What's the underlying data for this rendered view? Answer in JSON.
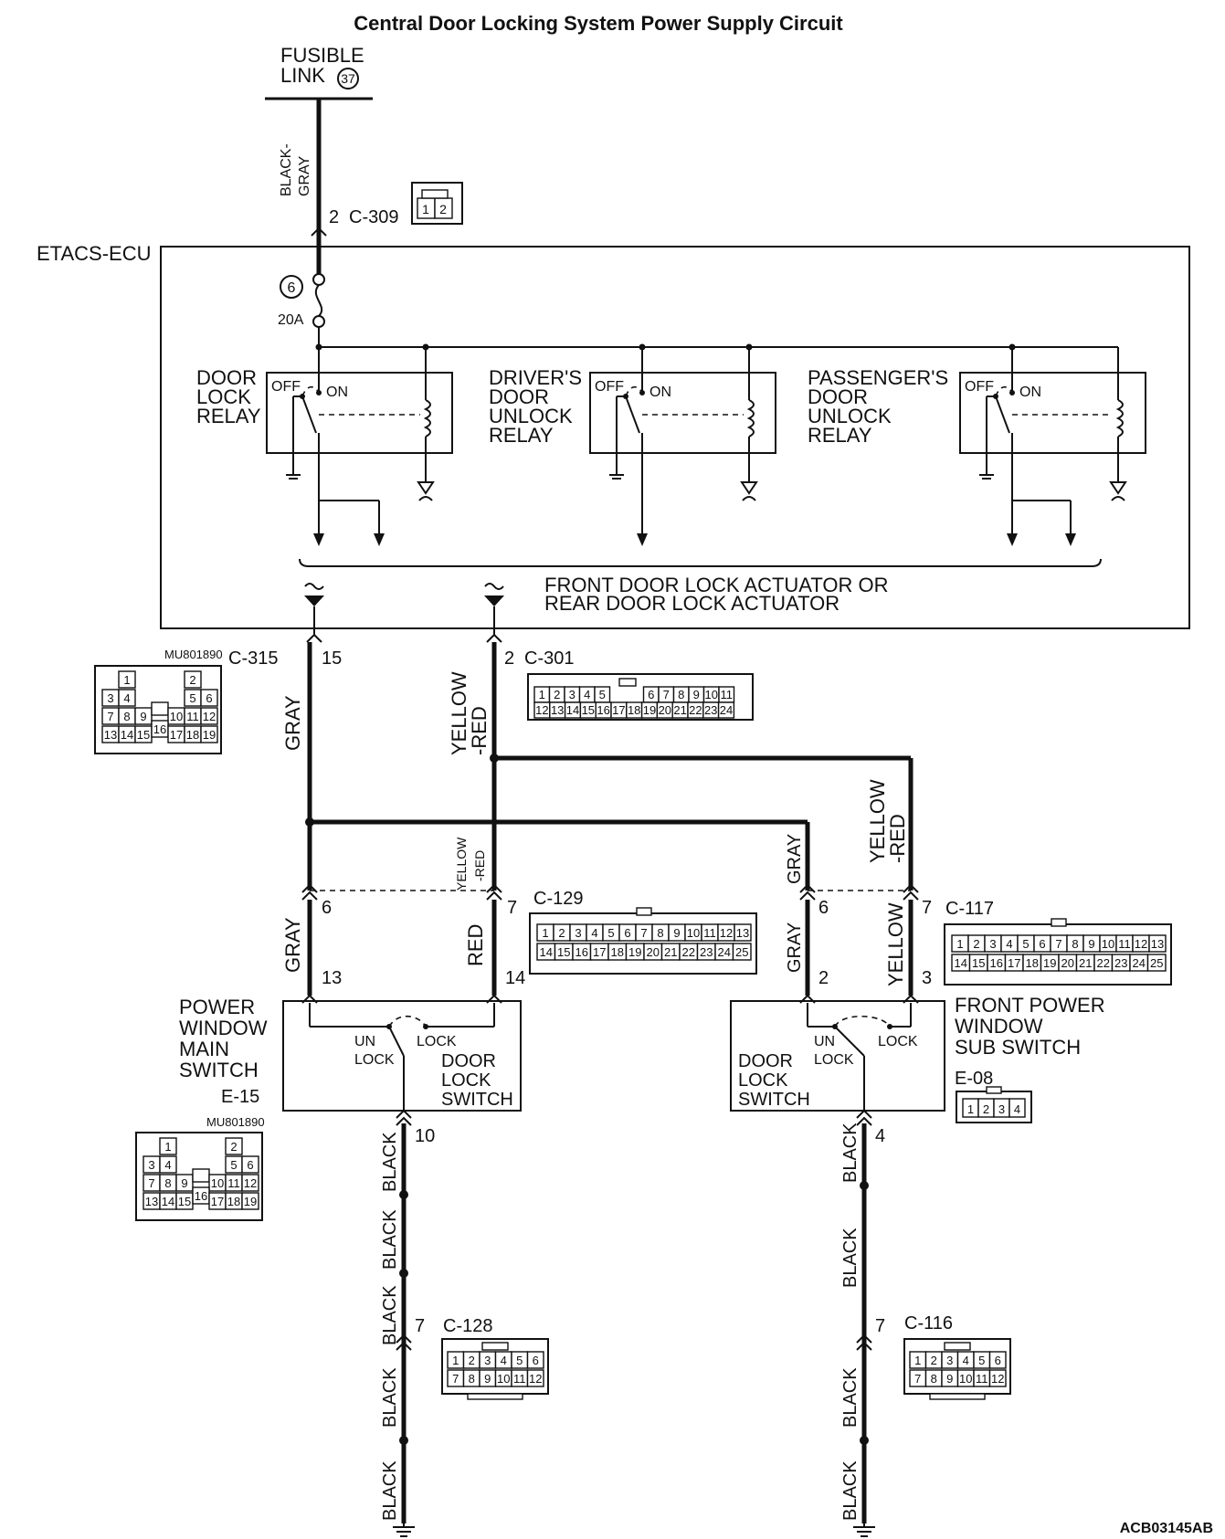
{
  "title": "Central Door Locking System Power Supply Circuit",
  "fusible_link": {
    "line1": "FUSIBLE",
    "line2": "LINK",
    "number": "37"
  },
  "ecu": {
    "name": "ETACS-ECU",
    "fuse_number": "6",
    "fuse_rating": "20A"
  },
  "relays": [
    {
      "lines": [
        "DOOR",
        "LOCK",
        "RELAY"
      ],
      "off": "OFF",
      "on": "ON"
    },
    {
      "lines": [
        "DRIVER'S",
        "DOOR",
        "UNLOCK",
        "RELAY"
      ],
      "off": "OFF",
      "on": "ON"
    },
    {
      "lines": [
        "PASSENGER'S",
        "DOOR",
        "UNLOCK",
        "RELAY"
      ],
      "off": "OFF",
      "on": "ON"
    }
  ],
  "actuator_label": [
    "FRONT DOOR LOCK ACTUATOR OR",
    "REAR DOOR LOCK ACTUATOR"
  ],
  "connectors": {
    "c309": {
      "id": "C-309",
      "pin": "2",
      "cells": [
        "1",
        "2"
      ]
    },
    "c315": {
      "id": "C-315",
      "pin": "15",
      "part": "MU801890",
      "cells": [
        "1",
        "2",
        "3",
        "4",
        "5",
        "6",
        "7",
        "8",
        "9",
        "10",
        "11",
        "12",
        "13",
        "14",
        "15",
        "16",
        "17",
        "18",
        "19"
      ]
    },
    "c301": {
      "id": "C-301",
      "pin": "2",
      "row1": [
        "1",
        "2",
        "3",
        "4",
        "5",
        "6",
        "7",
        "8",
        "9",
        "10",
        "11"
      ],
      "row2": [
        "12",
        "13",
        "14",
        "15",
        "16",
        "17",
        "18",
        "19",
        "20",
        "21",
        "22",
        "23",
        "24"
      ]
    },
    "c129": {
      "id": "C-129",
      "pin_a": "6",
      "pin_b": "7",
      "row1": [
        "1",
        "2",
        "3",
        "4",
        "5",
        "6",
        "7",
        "8",
        "9",
        "10",
        "11",
        "12",
        "13"
      ],
      "row2": [
        "14",
        "15",
        "16",
        "17",
        "18",
        "19",
        "20",
        "21",
        "22",
        "23",
        "24",
        "25"
      ]
    },
    "c117": {
      "id": "C-117",
      "pin_a": "6",
      "pin_b": "7",
      "row1": [
        "1",
        "2",
        "3",
        "4",
        "5",
        "6",
        "7",
        "8",
        "9",
        "10",
        "11",
        "12",
        "13"
      ],
      "row2": [
        "14",
        "15",
        "16",
        "17",
        "18",
        "19",
        "20",
        "21",
        "22",
        "23",
        "24",
        "25"
      ]
    },
    "e15": {
      "id": "E-15",
      "part": "MU801890",
      "pin_a": "13",
      "pin_b": "14",
      "pin_out": "10",
      "cells": [
        "1",
        "2",
        "3",
        "4",
        "5",
        "6",
        "7",
        "8",
        "9",
        "10",
        "11",
        "12",
        "13",
        "14",
        "15",
        "16",
        "17",
        "18",
        "19"
      ]
    },
    "e08": {
      "id": "E-08",
      "pin_a": "2",
      "pin_b": "3",
      "pin_out": "4",
      "cells": [
        "1",
        "2",
        "3",
        "4"
      ]
    },
    "c128": {
      "id": "C-128",
      "pin": "7",
      "row1": [
        "1",
        "2",
        "3",
        "4",
        "5",
        "6"
      ],
      "row2": [
        "7",
        "8",
        "9",
        "10",
        "11",
        "12"
      ]
    },
    "c116": {
      "id": "C-116",
      "pin": "7",
      "row1": [
        "1",
        "2",
        "3",
        "4",
        "5",
        "6"
      ],
      "row2": [
        "7",
        "8",
        "9",
        "10",
        "11",
        "12"
      ]
    }
  },
  "wires": {
    "black_gray": [
      "BLACK-",
      "GRAY"
    ],
    "gray": "GRAY",
    "yellow_red": [
      "YELLOW",
      "-RED"
    ],
    "yellow_red_small": [
      "YELLOW",
      "-RED"
    ],
    "red": "RED",
    "yellow": "YELLOW",
    "black": "BLACK"
  },
  "main_switch": {
    "lines": [
      "POWER",
      "WINDOW",
      "MAIN",
      "SWITCH"
    ],
    "inner": [
      "DOOR",
      "LOCK",
      "SWITCH"
    ],
    "un": "UN",
    "lock_un": "LOCK",
    "lock": "LOCK"
  },
  "sub_switch": {
    "lines": [
      "FRONT POWER",
      "WINDOW",
      "SUB SWITCH"
    ],
    "inner": [
      "DOOR",
      "LOCK",
      "SWITCH"
    ],
    "un": "UN",
    "lock_un": "LOCK",
    "lock": "LOCK"
  },
  "diagram_code": "ACB03145AB"
}
